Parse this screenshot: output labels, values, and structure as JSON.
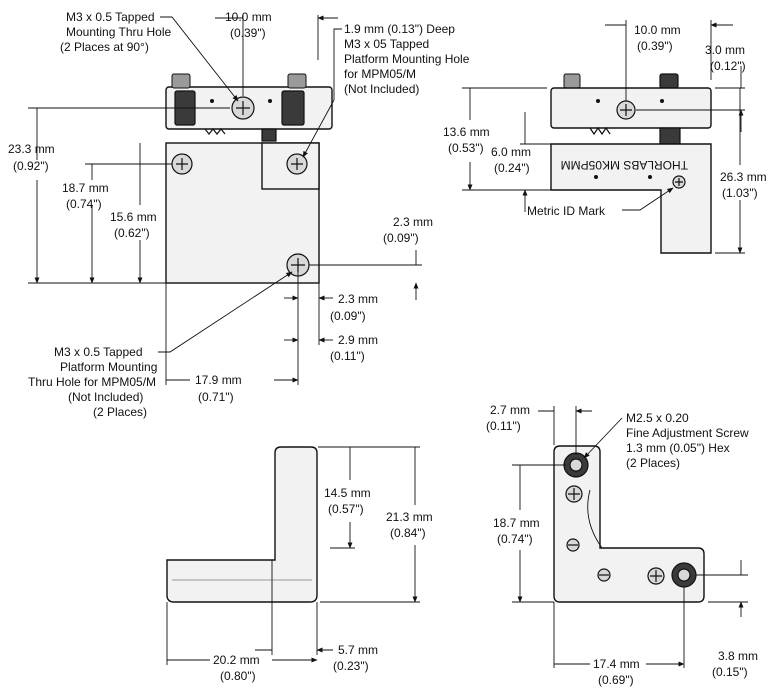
{
  "view_top_left": {
    "label_tapped_thru_hole": [
      "M3 x 0.5 Tapped",
      "Mounting Thru Hole",
      "(2 Places at 90°)"
    ],
    "dim_10_0": [
      "10.0 mm",
      "(0.39\")"
    ],
    "label_deep_hole": [
      "1.9 mm (0.13\") Deep",
      "M3 x 05 Tapped",
      "Platform Mounting Hole",
      "for MPM05/M",
      "(Not Included)"
    ],
    "dim_23_3": [
      "23.3 mm",
      "(0.92\")"
    ],
    "dim_18_7": [
      "18.7 mm",
      "(0.74\")"
    ],
    "dim_15_6": [
      "15.6 mm",
      "(0.62\")"
    ],
    "dim_2_3_right": [
      "2.3 mm",
      "(0.09\")"
    ],
    "dim_2_3_bottom": [
      "2.3 mm",
      "(0.09\")"
    ],
    "dim_2_9": [
      "2.9 mm",
      "(0.11\")"
    ],
    "label_platform_thru_hole": [
      "M3 x 0.5 Tapped",
      "Platform Mounting",
      "Thru Hole for MPM05/M",
      "(Not Included)",
      "(2 Places)"
    ],
    "dim_17_9": [
      "17.9 mm",
      "(0.71\")"
    ]
  },
  "view_top_right": {
    "dim_10_0": [
      "10.0 mm",
      "(0.39\")"
    ],
    "dim_3_0": [
      "3.0 mm",
      "(0.12\")"
    ],
    "dim_13_6": [
      "13.6 mm",
      "(0.53\")"
    ],
    "dim_6_0": [
      "6.0 mm",
      "(0.24\")"
    ],
    "dim_26_3": [
      "26.3 mm",
      "(1.03\")"
    ],
    "label_metric_id": "Metric ID Mark",
    "engraving": "THORLABS MK05PMM"
  },
  "view_bottom_left": {
    "dim_14_5": [
      "14.5 mm",
      "(0.57\")"
    ],
    "dim_21_3": [
      "21.3 mm",
      "(0.84\")"
    ],
    "dim_5_7": [
      "5.7 mm",
      "(0.23\")"
    ],
    "dim_20_2": [
      "20.2 mm",
      "(0.80\")"
    ]
  },
  "view_bottom_right": {
    "dim_2_7": [
      "2.7 mm",
      "(0.11\")"
    ],
    "label_screw": [
      "M2.5 x 0.20",
      "Fine Adjustment Screw",
      "1.3 mm (0.05\") Hex",
      "(2 Places)"
    ],
    "dim_18_7": [
      "18.7 mm",
      "(0.74\")"
    ],
    "dim_17_4": [
      "17.4 mm",
      "(0.69\")"
    ],
    "dim_3_8": [
      "3.8 mm",
      "(0.15\")"
    ]
  }
}
